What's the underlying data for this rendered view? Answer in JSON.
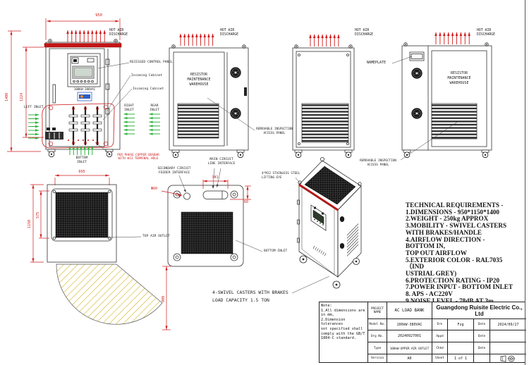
{
  "views": {
    "front": {
      "hot_air": "HOT AIR\nDISCHARGE",
      "dim_width": "950",
      "dim_height_total": "1400",
      "dim_height_body": "1224",
      "recessed_control_panel": "RECESSED CONTROL PANEL",
      "incoming_cabinet_upper": "Incoming Cabinet",
      "incoming_cabinet_lower": "Incoming Cabinet",
      "left_inlet": "LEFT INLET",
      "right_inlet": "RIGHT\nINLET",
      "rear_inlet": "REAR\nINLET",
      "bottom_inlet": "BOTTOM\nINLET",
      "busbar_note": "PER PHASE COPPER BUSBAR\nWITH Φ13 TERMINAL HOLE",
      "model_label": "100KW-380VAC"
    },
    "side_left": {
      "hot_air": "HOT AIR\nDISCHARGE",
      "warehouse": "RESISTOR\nMAINTENANCE\nWAREHOUSE",
      "removable_panel": "REMOVABLE INSPECTION\nACCESS PANEL"
    },
    "rear": {
      "hot_air": "HOT AIR\nDISCHARGE",
      "nameplate": "NAMEPLATE"
    },
    "side_right": {
      "hot_air": "HOT AIR\nDISCHARGE",
      "warehouse": "RESISTOR\nMAINTENANCE\nWAREHOUSE",
      "removable_panel": "REMOVABLE INSPECTION\nACCESS PANEL"
    },
    "top": {
      "dim_outlet_width": "695",
      "dim_outlet_depth": "575",
      "dim_depth": "1150",
      "door_swing_dim": "800",
      "top_air_outlet": "TOP AIR OUTLET"
    },
    "bottom": {
      "main_circuit": "MAIN CIRCUIT\nLINE INTERFACE",
      "secondary_circuit": "SECONDARY CIRCUIT\nFEEDER INTERFACE",
      "feeder_dia": "Φ60",
      "dim_slot": "341",
      "dim_offset": "60",
      "bottom_inlet": "BOTTOM INLET"
    },
    "iso": {
      "lifting_eye": "4*M12 STAINLESS STEEL\nLIFTING EYE",
      "casters_note_1": "4-SWIVEL CASTERS WITH BRAKES",
      "casters_note_2": "LOAD CAPACITY 1.5 TON"
    }
  },
  "tech_requirements": "TECHNICAL REQUIREMENTS -\n1.DIMENSIONS - 950*1150*1400\n2.WEIGHT - 250kg APPROX\n3.MOBILITY - SWIVEL CASTERS\n WITH BRAKES/HANDLE\n4.AIRFLOW DIRECTION - BOTTOM IN,\n TOP OUT AIRFLOW\n5.EXTERIOR COLOR - RAL7035（IND\nUSTRIAL GREY)\n6.PROTECTION RATING - IP20\n7.POWER INPUT - BOTTOM INLET\n8. APS - AC220V\n9.NOISE LEVEL - 78dB AT 3m",
  "title_block": {
    "note": "Note:\n1.All dimensions are\nin mm,\n2.Dimension tolerances\nnot specified shall\ncomply with the GB/T\n1804-C standard.",
    "project_label": "PROJECT\nNAME",
    "project_name": "AC LOAD BANK",
    "company": "Guangdong Ruisite Electric Co., Ltd",
    "model_label": "Model No.",
    "model": "100kW-380VAC",
    "drg_label": "Drg No.",
    "drg_no": "20240927001",
    "type_label": "Type",
    "type": "100kW-UPPER AIR OUTLET",
    "version_label": "Version",
    "version": "A0",
    "drn_label": "Drn",
    "drn": "Fzg",
    "appd_label": "Appd",
    "chkd_label": "Chkd",
    "date_label": "Date",
    "date": "2024/09/27",
    "sheet_label": "Sheet",
    "sheet": "1 of 1"
  },
  "colors": {
    "dimension_red": "#cf1c1c",
    "cabinet_top_red": "#c41414",
    "inlet_green": "#2db33f",
    "hatch_yellow": "#d9bc3f",
    "logo_blue": "#2a5fc4",
    "logo_orange": "#f08a1d"
  }
}
